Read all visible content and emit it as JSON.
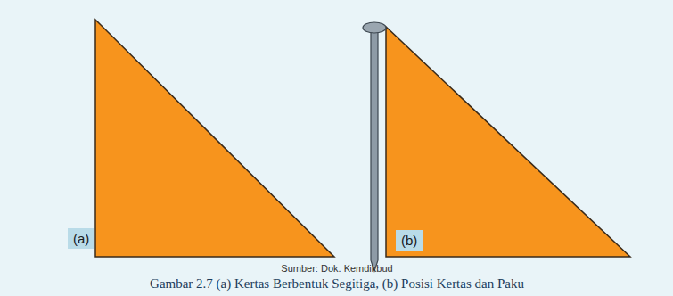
{
  "diagram": {
    "caption": "Gambar 2.7 (a) Kertas Berbentuk Segitiga, (b) Posisi Kertas dan Paku",
    "labels": [
      "(a)",
      "(b)",
      "Sumber: Dok. Kemdikbud"
    ]
  }
}
